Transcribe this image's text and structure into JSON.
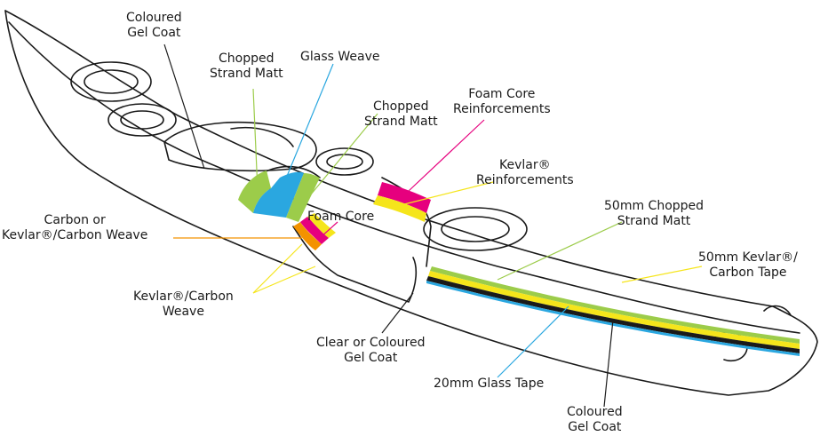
{
  "diagram": {
    "labels": {
      "coloured_gel_coat_top": [
        "Coloured",
        "Gel Coat"
      ],
      "chopped_strand_matt_1": [
        "Chopped",
        "Strand Matt"
      ],
      "glass_weave": [
        "Glass Weave"
      ],
      "chopped_strand_matt_2": [
        "Chopped",
        "Strand Matt"
      ],
      "foam_core_reinforcements": [
        "Foam Core",
        "Reinforcements"
      ],
      "kevlar_reinforcements": [
        "Kevlar®",
        "Reinforcements"
      ],
      "chopped_strand_matt_50mm": [
        "50mm Chopped",
        "Strand Matt"
      ],
      "kevlar_carbon_tape_50mm": [
        "50mm Kevlar®/",
        "Carbon Tape"
      ],
      "carbon_or_kevlar_carbon_weave": [
        "Carbon or",
        "Kevlar®/Carbon Weave"
      ],
      "foam_core": [
        "Foam Core"
      ],
      "kevlar_carbon_weave": [
        "Kevlar®/Carbon",
        "Weave"
      ],
      "clear_or_coloured_gel_coat": [
        "Clear or Coloured",
        "Gel Coat"
      ],
      "glass_tape_20mm": [
        "20mm Glass Tape"
      ],
      "coloured_gel_coat_bottom": [
        "Coloured",
        "Gel Coat"
      ]
    },
    "layer_colors": {
      "glass": "#2aa7e0",
      "chopped_strand": "#9ccc4a",
      "foam": "#e6007e",
      "kevlar": "#f5e51b",
      "carbon_weave": "#f39200",
      "outline": "#1a1a1a"
    }
  }
}
